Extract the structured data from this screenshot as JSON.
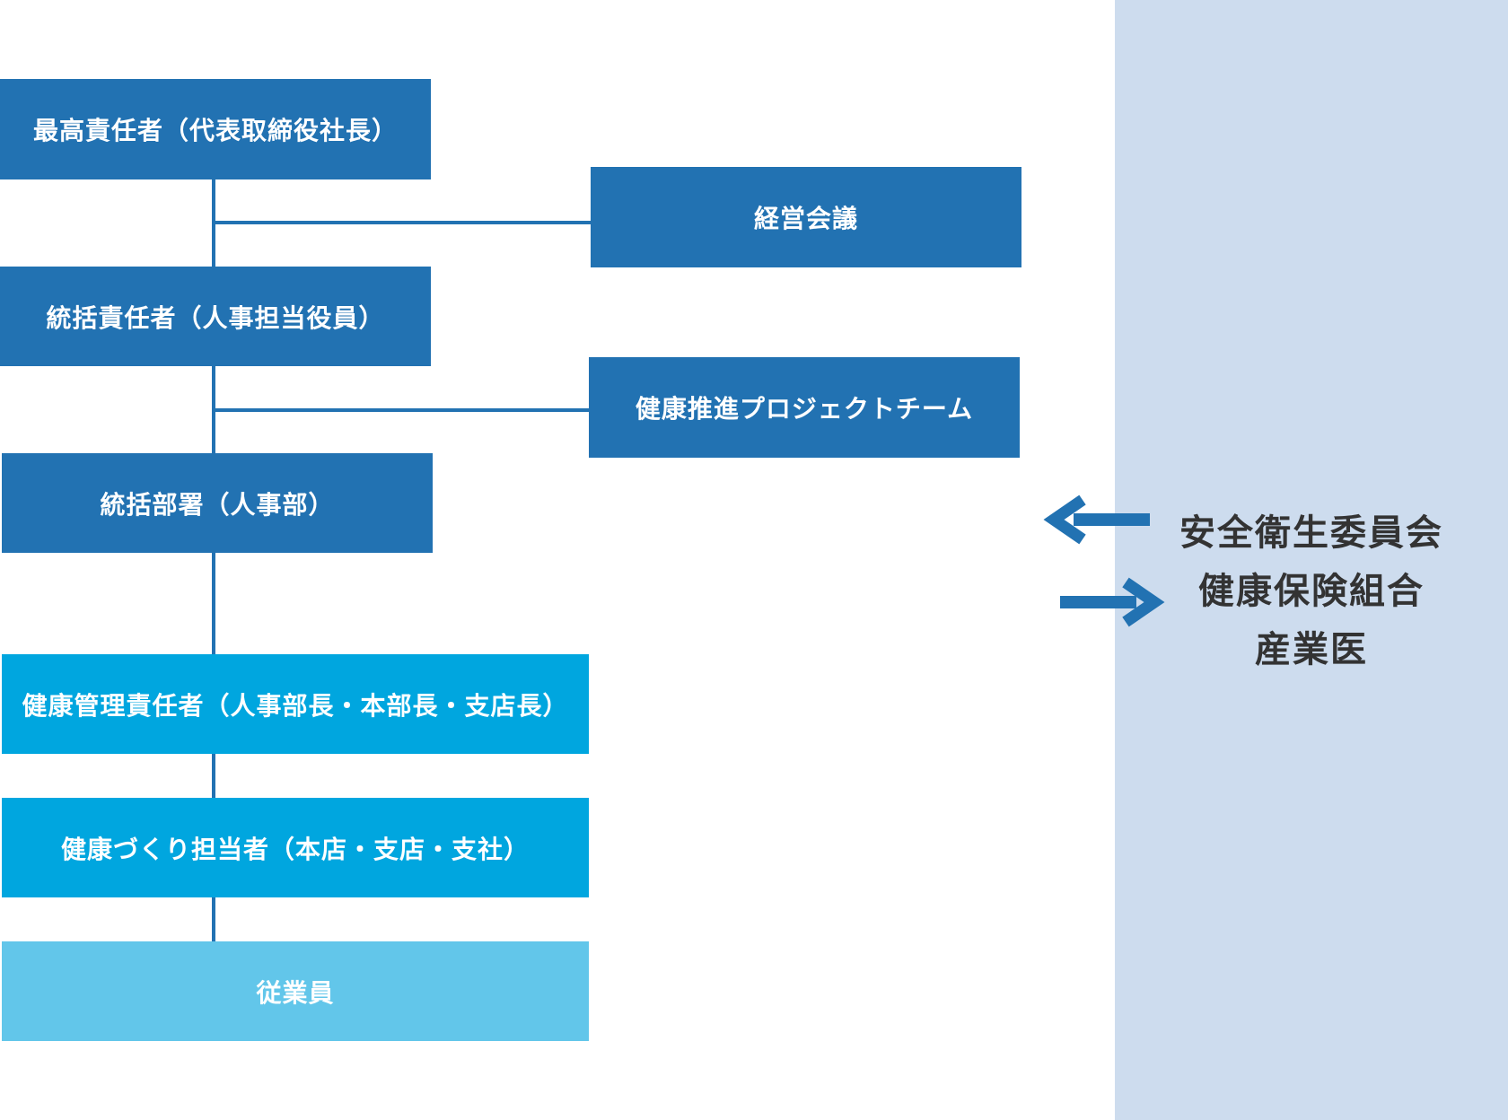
{
  "boxes": {
    "ceo": "最高責任者（代表取締役社長）",
    "management_meeting": "経営会議",
    "general_manager": "統括責任者（人事担当役員）",
    "health_project_team": "健康推進プロジェクトチーム",
    "general_dept": "統括部署（人事部）",
    "health_manager": "健康管理責任者（人事部長・本部長・支店長）",
    "health_staff": "健康づくり担当者（本店・支店・支社）",
    "employees": "従業員"
  },
  "external": {
    "line1": "安全衛生委員会",
    "line2": "健康保険組合",
    "line3": "産業医"
  },
  "colors": {
    "dark_blue": "#2272b2",
    "mid_blue": "#00a6df",
    "light_blue": "#62c6ea",
    "panel": "#cddcee",
    "arrow": "#2272b2"
  }
}
